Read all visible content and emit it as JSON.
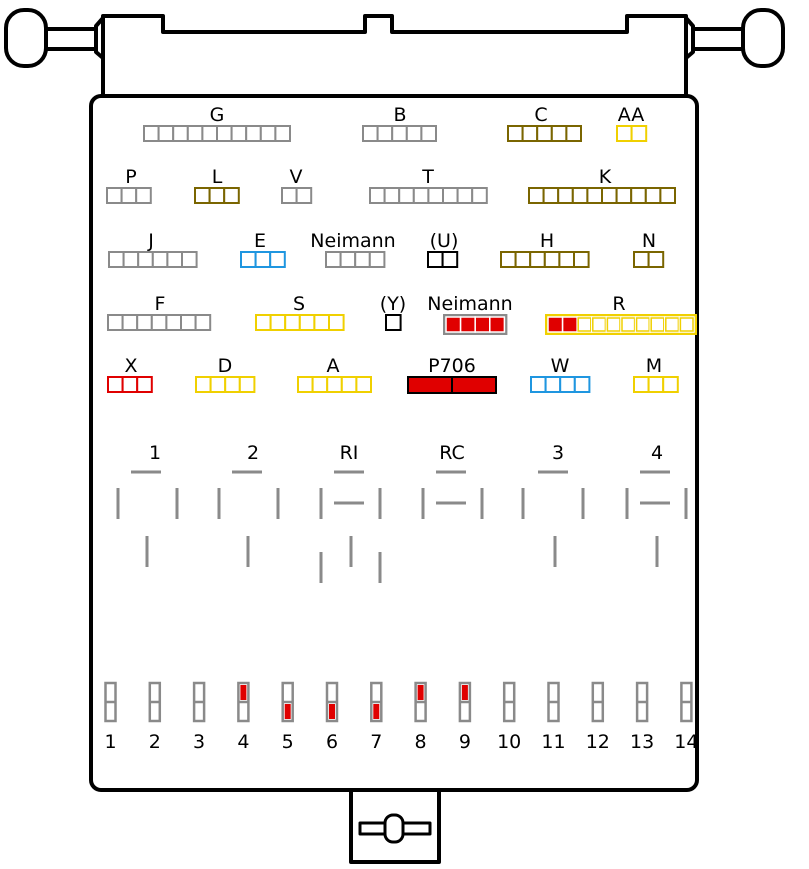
{
  "colors": {
    "grey": "#8a8a8a",
    "olive": "#7a6500",
    "yellow": "#f0d000",
    "blue": "#1f96e0",
    "red": "#e00000",
    "black": "#000000"
  },
  "connectors": [
    {
      "id": "G",
      "label": "G",
      "pins": 10,
      "color": "grey"
    },
    {
      "id": "B",
      "label": "B",
      "pins": 5,
      "color": "grey"
    },
    {
      "id": "C",
      "label": "C",
      "pins": 5,
      "color": "olive"
    },
    {
      "id": "AA",
      "label": "AA",
      "pins": 2,
      "color": "yellow"
    },
    {
      "id": "P",
      "label": "P",
      "pins": 3,
      "color": "grey"
    },
    {
      "id": "L",
      "label": "L",
      "pins": 3,
      "color": "olive"
    },
    {
      "id": "V",
      "label": "V",
      "pins": 2,
      "color": "grey"
    },
    {
      "id": "T",
      "label": "T",
      "pins": 8,
      "color": "grey"
    },
    {
      "id": "K",
      "label": "K",
      "pins": 10,
      "color": "olive"
    },
    {
      "id": "J",
      "label": "J",
      "pins": 6,
      "color": "grey"
    },
    {
      "id": "E",
      "label": "E",
      "pins": 3,
      "color": "blue"
    },
    {
      "id": "Neimann1",
      "label": "Neimann",
      "pins": 4,
      "color": "grey"
    },
    {
      "id": "U",
      "label": "(U)",
      "pins": 2,
      "color": "black"
    },
    {
      "id": "H",
      "label": "H",
      "pins": 6,
      "color": "olive"
    },
    {
      "id": "N",
      "label": "N",
      "pins": 2,
      "color": "olive"
    },
    {
      "id": "F",
      "label": "F",
      "pins": 7,
      "color": "grey"
    },
    {
      "id": "S",
      "label": "S",
      "pins": 6,
      "color": "yellow"
    },
    {
      "id": "Y",
      "label": "(Y)",
      "pins": 1,
      "color": "black"
    },
    {
      "id": "Neimann2",
      "label": "Neimann",
      "pins": 4,
      "color": "grey",
      "fill": "red",
      "filled": [
        0,
        1,
        2,
        3
      ]
    },
    {
      "id": "R",
      "label": "R",
      "pins": 10,
      "color": "yellow",
      "fill": "red",
      "filled": [
        0,
        1
      ]
    },
    {
      "id": "X",
      "label": "X",
      "pins": 3,
      "color": "red"
    },
    {
      "id": "D",
      "label": "D",
      "pins": 4,
      "color": "yellow"
    },
    {
      "id": "A",
      "label": "A",
      "pins": 5,
      "color": "yellow"
    },
    {
      "id": "P706",
      "label": "P706",
      "pins": 2,
      "color": "black",
      "fill": "red",
      "filled": [
        0,
        1
      ]
    },
    {
      "id": "W",
      "label": "W",
      "pins": 4,
      "color": "blue"
    },
    {
      "id": "M",
      "label": "M",
      "pins": 3,
      "color": "yellow"
    }
  ],
  "relays": [
    {
      "id": "relay-1",
      "label": "1"
    },
    {
      "id": "relay-2",
      "label": "2"
    },
    {
      "id": "relay-RI",
      "label": "RI"
    },
    {
      "id": "relay-RC",
      "label": "RC"
    },
    {
      "id": "relay-3",
      "label": "3"
    },
    {
      "id": "relay-4",
      "label": "4"
    }
  ],
  "fuses": [
    {
      "label": "1",
      "blown": "none"
    },
    {
      "label": "2",
      "blown": "none"
    },
    {
      "label": "3",
      "blown": "none"
    },
    {
      "label": "4",
      "blown": "top"
    },
    {
      "label": "5",
      "blown": "bottom"
    },
    {
      "label": "6",
      "blown": "bottom"
    },
    {
      "label": "7",
      "blown": "bottom"
    },
    {
      "label": "8",
      "blown": "top"
    },
    {
      "label": "9",
      "blown": "top"
    },
    {
      "label": "10",
      "blown": "none"
    },
    {
      "label": "11",
      "blown": "none"
    },
    {
      "label": "12",
      "blown": "none"
    },
    {
      "label": "13",
      "blown": "none"
    },
    {
      "label": "14",
      "blown": "none"
    }
  ]
}
